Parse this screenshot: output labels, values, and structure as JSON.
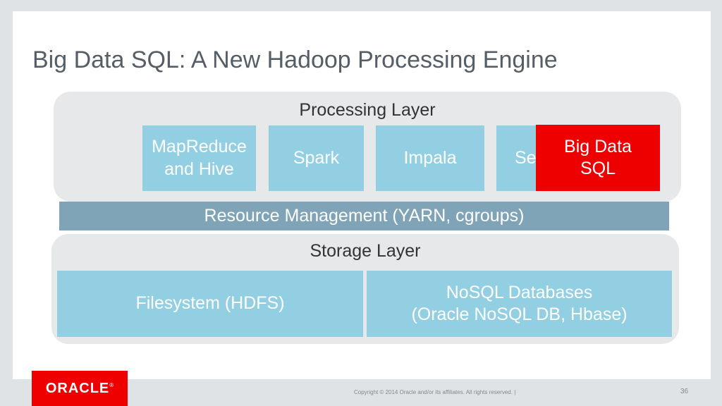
{
  "title": "Big Data SQL: A New Hadoop Processing Engine",
  "processing": {
    "title": "Processing Layer",
    "boxes": [
      {
        "line1": "MapReduce",
        "line2": "and Hive"
      },
      {
        "line1": "Spark"
      },
      {
        "line1": "Impala"
      },
      {
        "line1": "Se"
      }
    ],
    "highlight": {
      "line1": "Big Data",
      "line2": "SQL"
    }
  },
  "resource_bar": "Resource Management (YARN, cgroups)",
  "storage": {
    "title": "Storage Layer",
    "left_box": "Filesystem (HDFS)",
    "right_box": {
      "line1": "NoSQL Databases",
      "line2": "(Oracle NoSQL DB, Hbase)"
    }
  },
  "footer": {
    "logo": "ORACLE",
    "registered_mark": "®",
    "copyright": "Copyright © 2014 Oracle and/or its affiliates. All rights reserved. |",
    "page_number": "36"
  },
  "colors": {
    "box_blue": "#93cfe3",
    "highlight_red": "#ee0000",
    "resource_bar": "#7fa4b7",
    "panel_gray": "#e6e8ea"
  }
}
